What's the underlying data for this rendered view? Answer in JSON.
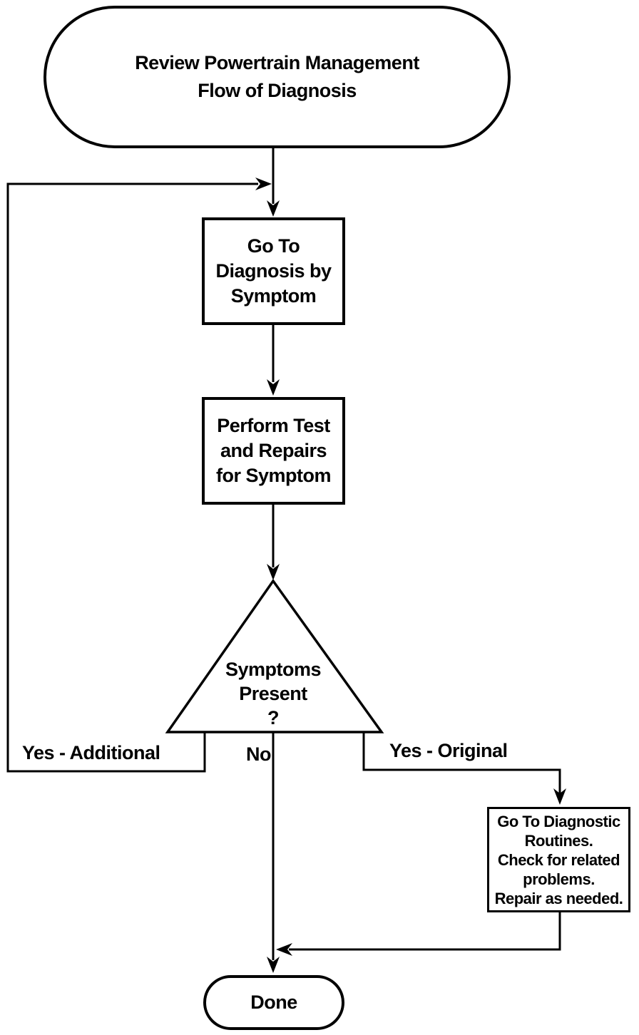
{
  "colors": {
    "background": "#ffffff",
    "line": "#000000",
    "text": "#000000",
    "node_fill": "#ffffff"
  },
  "flowchart": {
    "start_node": {
      "shape": "terminator",
      "lines": [
        "Review Powertrain Management",
        "Flow of Diagnosis"
      ]
    },
    "diagnosis_node": {
      "shape": "process",
      "lines": [
        "Go To",
        "Diagnosis by",
        "Symptom"
      ]
    },
    "test_node": {
      "shape": "process",
      "lines": [
        "Perform Test",
        "and Repairs",
        "for Symptom"
      ]
    },
    "decision_node": {
      "shape": "triangle-decision",
      "lines": [
        "Symptoms",
        "Present",
        "?"
      ]
    },
    "routines_node": {
      "shape": "process",
      "lines": [
        "Go To Diagnostic",
        "Routines.",
        "Check for related",
        "problems.",
        "Repair as needed."
      ]
    },
    "done_node": {
      "shape": "terminator",
      "lines": [
        "Done"
      ]
    },
    "branch_labels": {
      "yes_additional": "Yes - Additional",
      "no": "No",
      "yes_original": "Yes - Original"
    }
  }
}
